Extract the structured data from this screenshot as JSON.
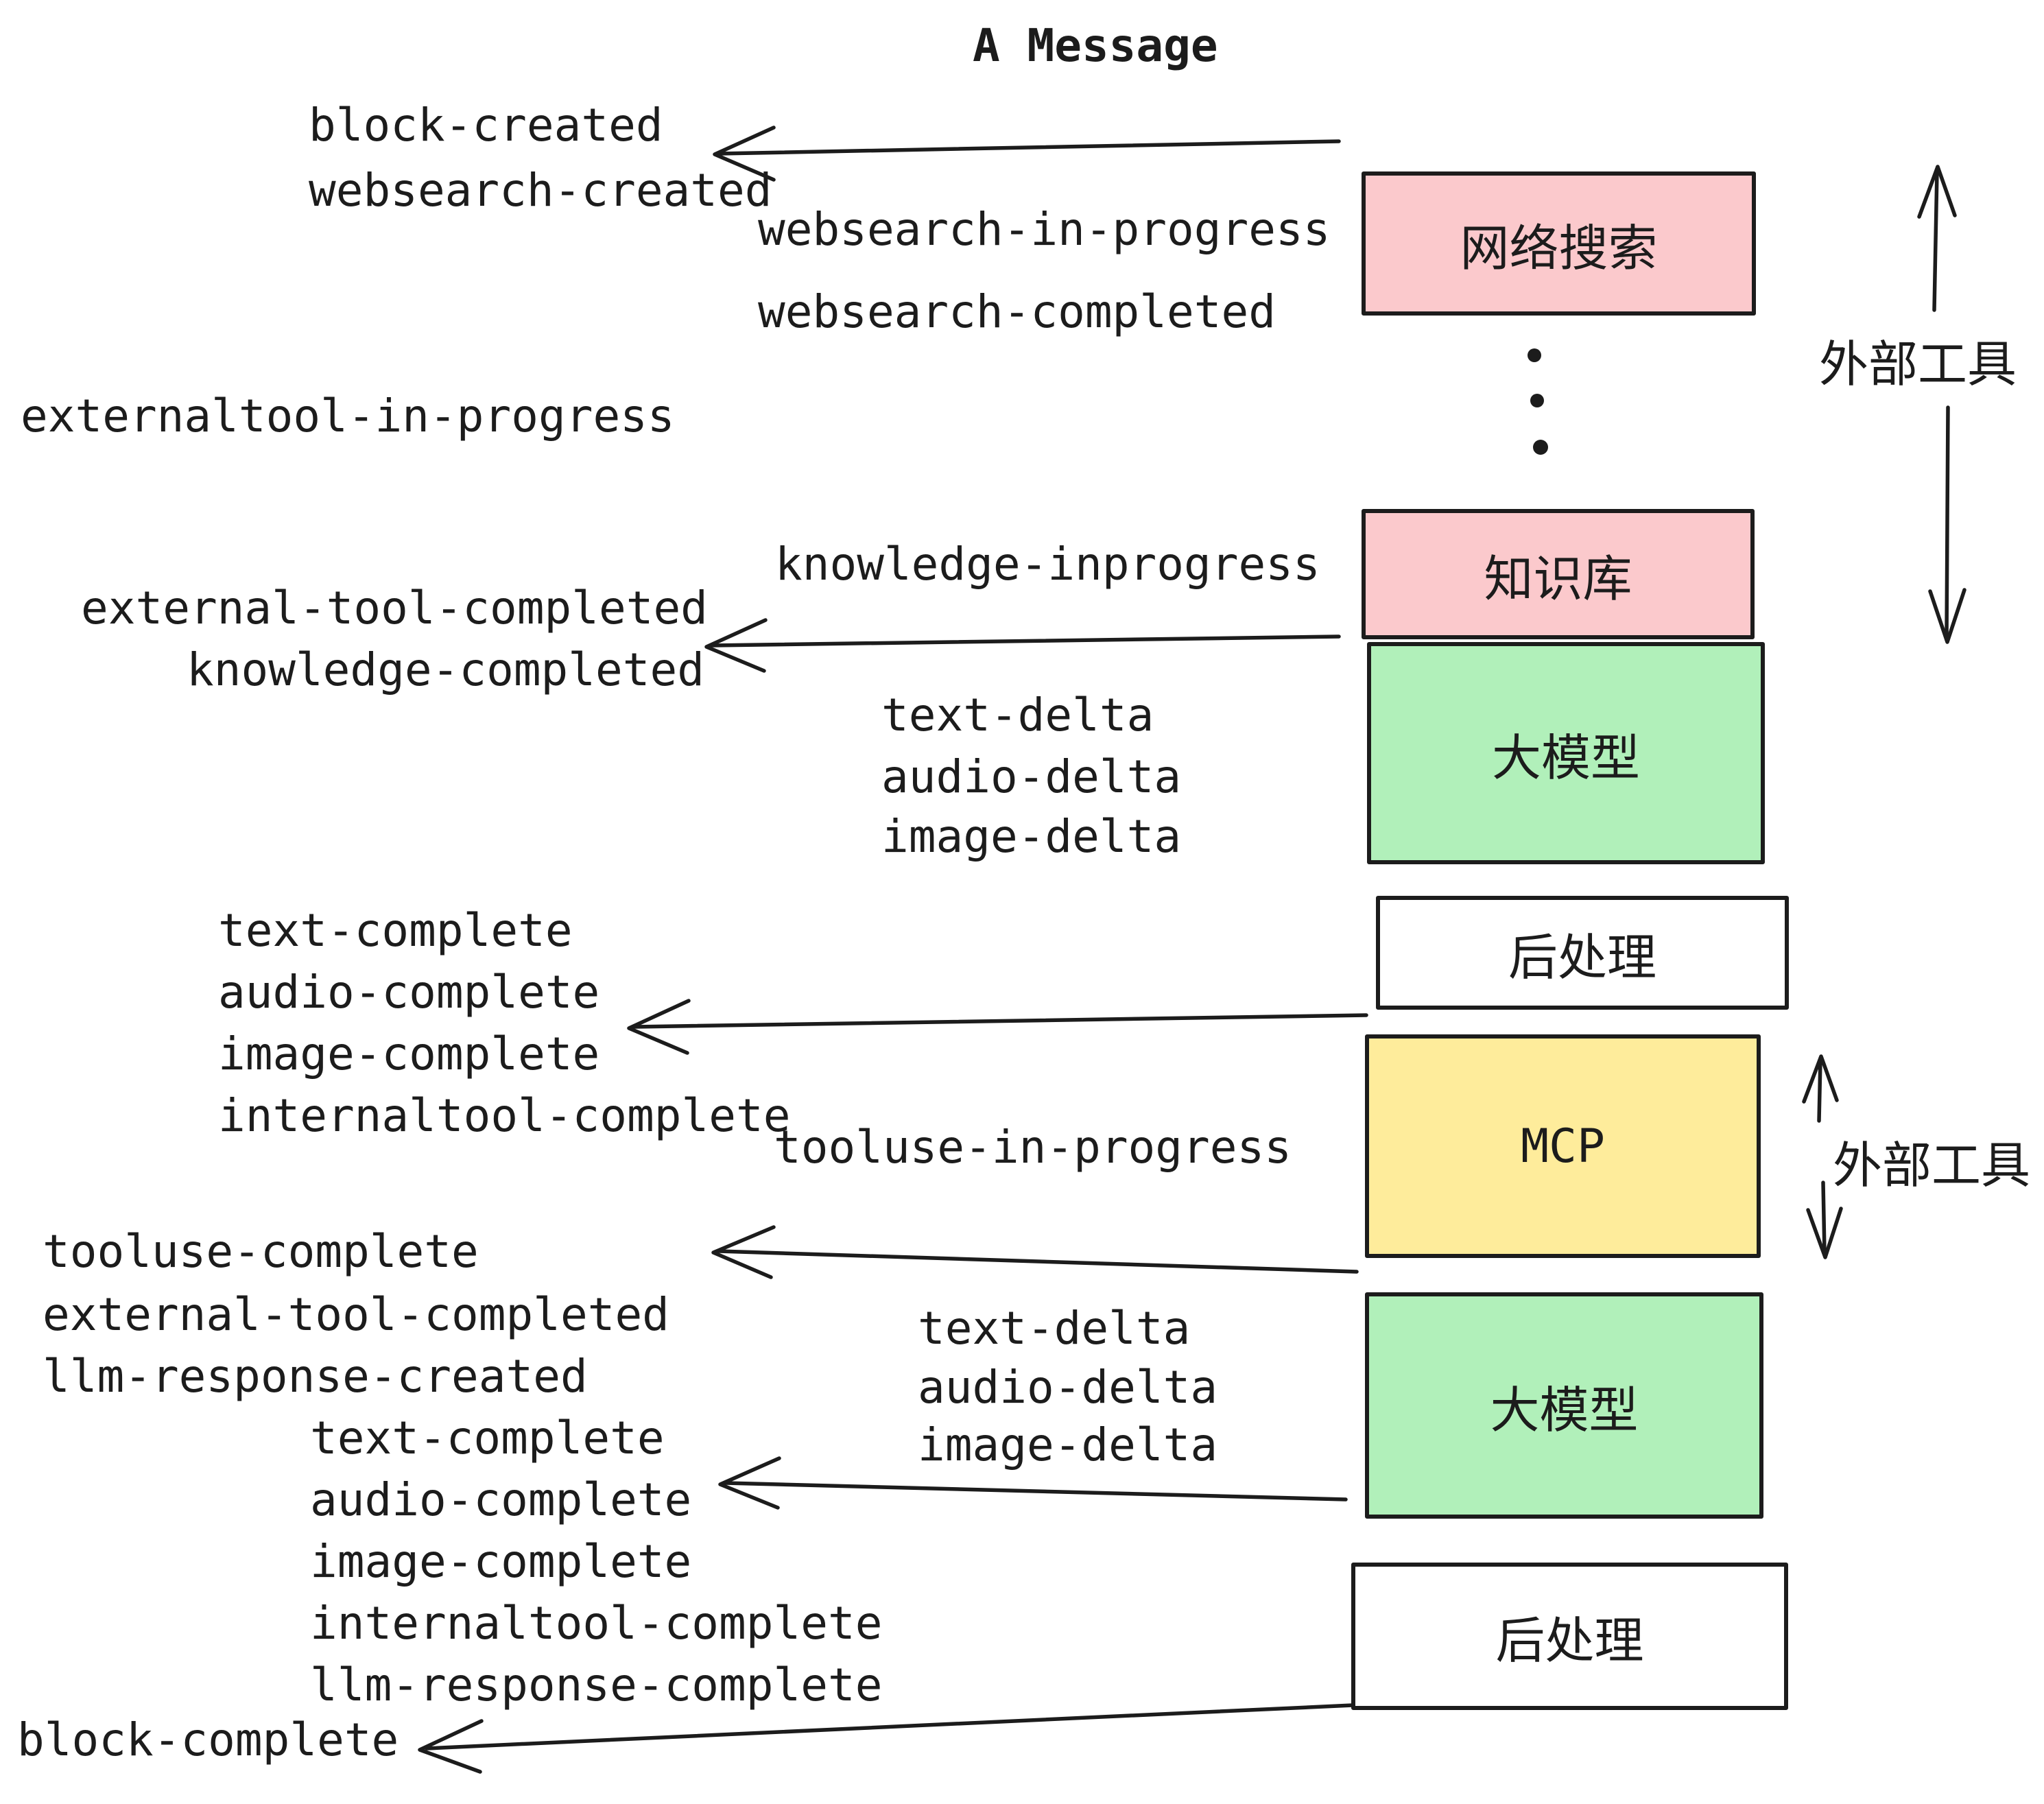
{
  "title": "A Message",
  "colors": {
    "pink": "#fbc9cc",
    "green": "#b1f0ba",
    "yellow": "#feec9b",
    "stroke": "#1c1c1c"
  },
  "boxes": [
    {
      "label": "网络搜索",
      "color": "pink"
    },
    {
      "label": "知识库",
      "color": "pink"
    },
    {
      "label": "大模型",
      "color": "green"
    },
    {
      "label": "后处理",
      "color": "white"
    },
    {
      "label": "MCP",
      "color": "yellow"
    },
    {
      "label": "大模型",
      "color": "green"
    },
    {
      "label": "后处理",
      "color": "white"
    }
  ],
  "side_labels": [
    {
      "text": "外部工具"
    },
    {
      "text": "外部工具"
    }
  ],
  "events": [
    {
      "text": "block-created"
    },
    {
      "text": "websearch-created"
    },
    {
      "text": "websearch-in-progress"
    },
    {
      "text": "websearch-completed"
    },
    {
      "text": "externaltool-in-progress"
    },
    {
      "text": "knowledge-inprogress"
    },
    {
      "text": "external-tool-completed"
    },
    {
      "text": "knowledge-completed"
    },
    {
      "text": "text-delta"
    },
    {
      "text": "audio-delta"
    },
    {
      "text": "image-delta"
    },
    {
      "text": "text-complete"
    },
    {
      "text": "audio-complete"
    },
    {
      "text": "image-complete"
    },
    {
      "text": "internaltool-complete"
    },
    {
      "text": "tooluse-in-progress"
    },
    {
      "text": "tooluse-complete"
    },
    {
      "text": "external-tool-completed"
    },
    {
      "text": "llm-response-created"
    },
    {
      "text": "text-delta"
    },
    {
      "text": "audio-delta"
    },
    {
      "text": "image-delta"
    },
    {
      "text": "text-complete"
    },
    {
      "text": "audio-complete"
    },
    {
      "text": "image-complete"
    },
    {
      "text": "internaltool-complete"
    },
    {
      "text": "llm-response-complete"
    },
    {
      "text": "block-complete"
    }
  ]
}
